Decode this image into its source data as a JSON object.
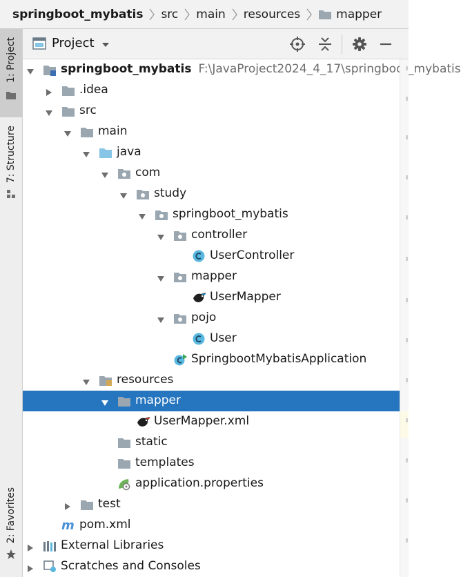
{
  "breadcrumb": {
    "items": [
      "springboot_mybatis",
      "src",
      "main",
      "resources",
      "mapper"
    ]
  },
  "toolstrip": {
    "project_label": "1: Project",
    "structure_label": "7: Structure",
    "favorites_label": "2: Favorites"
  },
  "project_panel": {
    "title": "Project"
  },
  "tree": {
    "rows": [
      {
        "label": "springboot_mybatis",
        "path": "F:\\JavaProject2024_4_17\\springboot_mybatis",
        "icon": "module-folder-icon",
        "arrow": "down",
        "bold": true
      },
      {
        "label": ".idea",
        "icon": "folder-icon",
        "arrow": "right"
      },
      {
        "label": "src",
        "icon": "folder-icon",
        "arrow": "down"
      },
      {
        "label": "main",
        "icon": "folder-icon",
        "arrow": "down"
      },
      {
        "label": "java",
        "icon": "source-folder-icon",
        "arrow": "down"
      },
      {
        "label": "com",
        "icon": "package-icon",
        "arrow": "down"
      },
      {
        "label": "study",
        "icon": "package-icon",
        "arrow": "down"
      },
      {
        "label": "springboot_mybatis",
        "icon": "package-icon",
        "arrow": "down"
      },
      {
        "label": "controller",
        "icon": "package-icon",
        "arrow": "down"
      },
      {
        "label": "UserController",
        "icon": "class-icon",
        "arrow": "none"
      },
      {
        "label": "mapper",
        "icon": "package-icon",
        "arrow": "down"
      },
      {
        "label": "UserMapper",
        "icon": "mybatis-bird-icon",
        "arrow": "none"
      },
      {
        "label": "pojo",
        "icon": "package-icon",
        "arrow": "down"
      },
      {
        "label": "User",
        "icon": "class-icon",
        "arrow": "none"
      },
      {
        "label": "SpringbootMybatisApplication",
        "icon": "spring-app-class-icon",
        "arrow": "none"
      },
      {
        "label": "resources",
        "icon": "resources-folder-icon",
        "arrow": "down"
      },
      {
        "label": "mapper",
        "icon": "folder-icon",
        "arrow": "down",
        "selected": true
      },
      {
        "label": "UserMapper.xml",
        "icon": "mybatis-xml-icon",
        "arrow": "none"
      },
      {
        "label": "static",
        "icon": "folder-icon",
        "arrow": "none"
      },
      {
        "label": "templates",
        "icon": "folder-icon",
        "arrow": "none"
      },
      {
        "label": "application.properties",
        "icon": "spring-properties-icon",
        "arrow": "none"
      },
      {
        "label": "test",
        "icon": "folder-icon",
        "arrow": "right"
      },
      {
        "label": "pom.xml",
        "icon": "maven-icon",
        "arrow": "none"
      },
      {
        "label": "External Libraries",
        "icon": "libraries-icon",
        "arrow": "right"
      },
      {
        "label": "Scratches and Consoles",
        "icon": "scratches-icon",
        "arrow": "right"
      }
    ]
  },
  "colors": {
    "selection": "#2675bf",
    "folder": "#9aa7b0",
    "source_folder": "#86c5e6",
    "class_circle": "#59b8e0"
  }
}
